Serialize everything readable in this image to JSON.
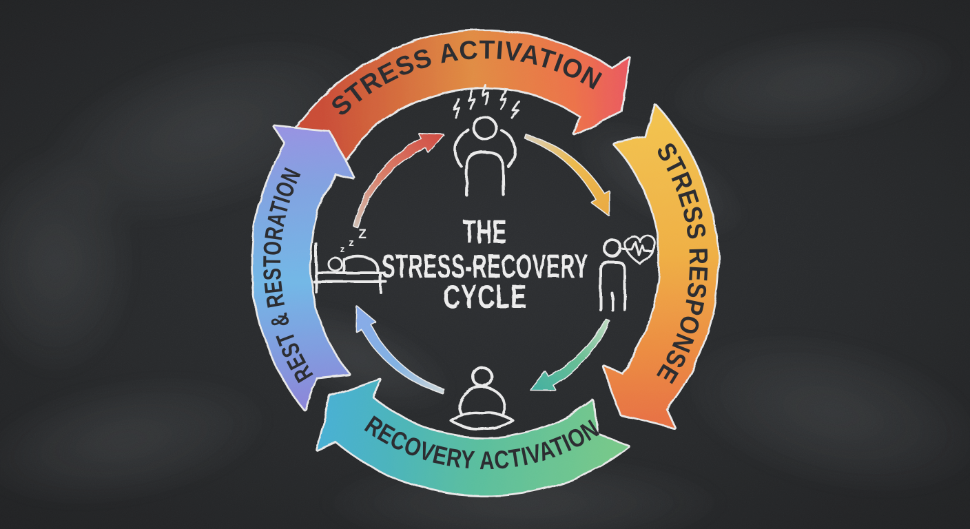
{
  "diagram": {
    "title_lines": [
      "THE",
      "STRESS-RECOVERY",
      "CYCLE"
    ],
    "style": {
      "background": "#232528",
      "chalk_white": "#ececec",
      "label_ink": "#26272b"
    },
    "direction": "clockwise",
    "segments": [
      {
        "id": "stress-activation",
        "label": "STRESS ACTIVATION",
        "position": "top",
        "colors": [
          "#c94a33",
          "#e08a3f",
          "#ec6f45",
          "#e9496a"
        ],
        "icon": "stressed-person-icon"
      },
      {
        "id": "stress-response",
        "label": "STRESS RESPONSE",
        "position": "right",
        "colors": [
          "#f2c14b",
          "#efae41",
          "#ec8c3e",
          "#e76f3f"
        ],
        "icon": "person-heart-pulse-icon"
      },
      {
        "id": "recovery-activation",
        "label": "RECOVERY ACTIVATION",
        "position": "bottom",
        "colors": [
          "#74c787",
          "#57bd9c",
          "#46b2bc",
          "#44aed6"
        ],
        "icon": "meditating-person-icon"
      },
      {
        "id": "rest-restoration",
        "label": "REST & RESTORATION",
        "position": "left",
        "colors": [
          "#8d7cd6",
          "#6fb6e6",
          "#7fa0e0",
          "#9d8be2"
        ],
        "icon": "sleeping-person-icon"
      }
    ],
    "inner_arrows": [
      {
        "from": "rest-restoration",
        "to": "stress-activation",
        "colors": [
          "#cfc0b4",
          "#d87a64",
          "#d0493f"
        ]
      },
      {
        "from": "stress-activation",
        "to": "stress-response",
        "colors": [
          "#d9ccb2",
          "#ecb84a",
          "#e9a83f"
        ]
      },
      {
        "from": "stress-response",
        "to": "recovery-activation",
        "colors": [
          "#b9d8bc",
          "#66bd92",
          "#3fae9e"
        ]
      },
      {
        "from": "recovery-activation",
        "to": "rest-restoration",
        "colors": [
          "#cdd6d8",
          "#7fb0e2",
          "#85a8e8"
        ]
      }
    ],
    "sleep_zs": [
      "z",
      "z",
      "Z"
    ]
  }
}
